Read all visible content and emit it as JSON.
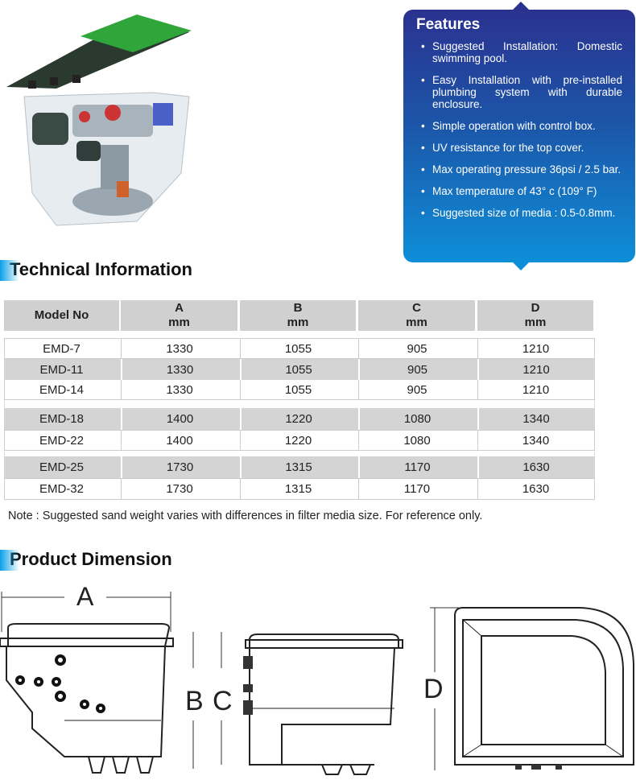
{
  "features": {
    "title": "Features",
    "items": [
      "Suggested Installation: Domestic swimming pool.",
      "Easy Installation with pre-installed plumbing system with durable enclosure.",
      "Simple operation with control box.",
      "UV resistance  for the top cover.",
      "Max operating pressure 36psi / 2.5 bar.",
      "Max temperature of 43° c (109° F)",
      "Suggested size of media : 0.5-0.8mm."
    ]
  },
  "technical": {
    "title": "Technical Information",
    "headers": [
      {
        "top": "Model No",
        "unit": ""
      },
      {
        "top": "A",
        "unit": "mm"
      },
      {
        "top": "B",
        "unit": "mm"
      },
      {
        "top": "C",
        "unit": "mm"
      },
      {
        "top": "D",
        "unit": "mm"
      }
    ],
    "rows": [
      [
        "EMD-7",
        "1330",
        "1055",
        "905",
        "1210"
      ],
      [
        "EMD-11",
        "1330",
        "1055",
        "905",
        "1210"
      ],
      [
        "EMD-14",
        "1330",
        "1055",
        "905",
        "1210"
      ],
      [
        "EMD-18",
        "1400",
        "1220",
        "1080",
        "1340"
      ],
      [
        "EMD-22",
        "1400",
        "1220",
        "1080",
        "1340"
      ],
      [
        "EMD-25",
        "1730",
        "1315",
        "1170",
        "1630"
      ],
      [
        "EMD-32",
        "1730",
        "1315",
        "1170",
        "1630"
      ]
    ],
    "note": "Note : Suggested sand weight varies with differences in filter media size. For reference only."
  },
  "dimension": {
    "title": "Product Dimension",
    "labels": {
      "a": "A",
      "b": "B",
      "c": "C",
      "d": "D"
    }
  },
  "colors": {
    "accent": "#0aa0e8",
    "features_top": "#2a3290",
    "features_bottom": "#0d8fd8",
    "row_gray": "#d4d4d4"
  }
}
